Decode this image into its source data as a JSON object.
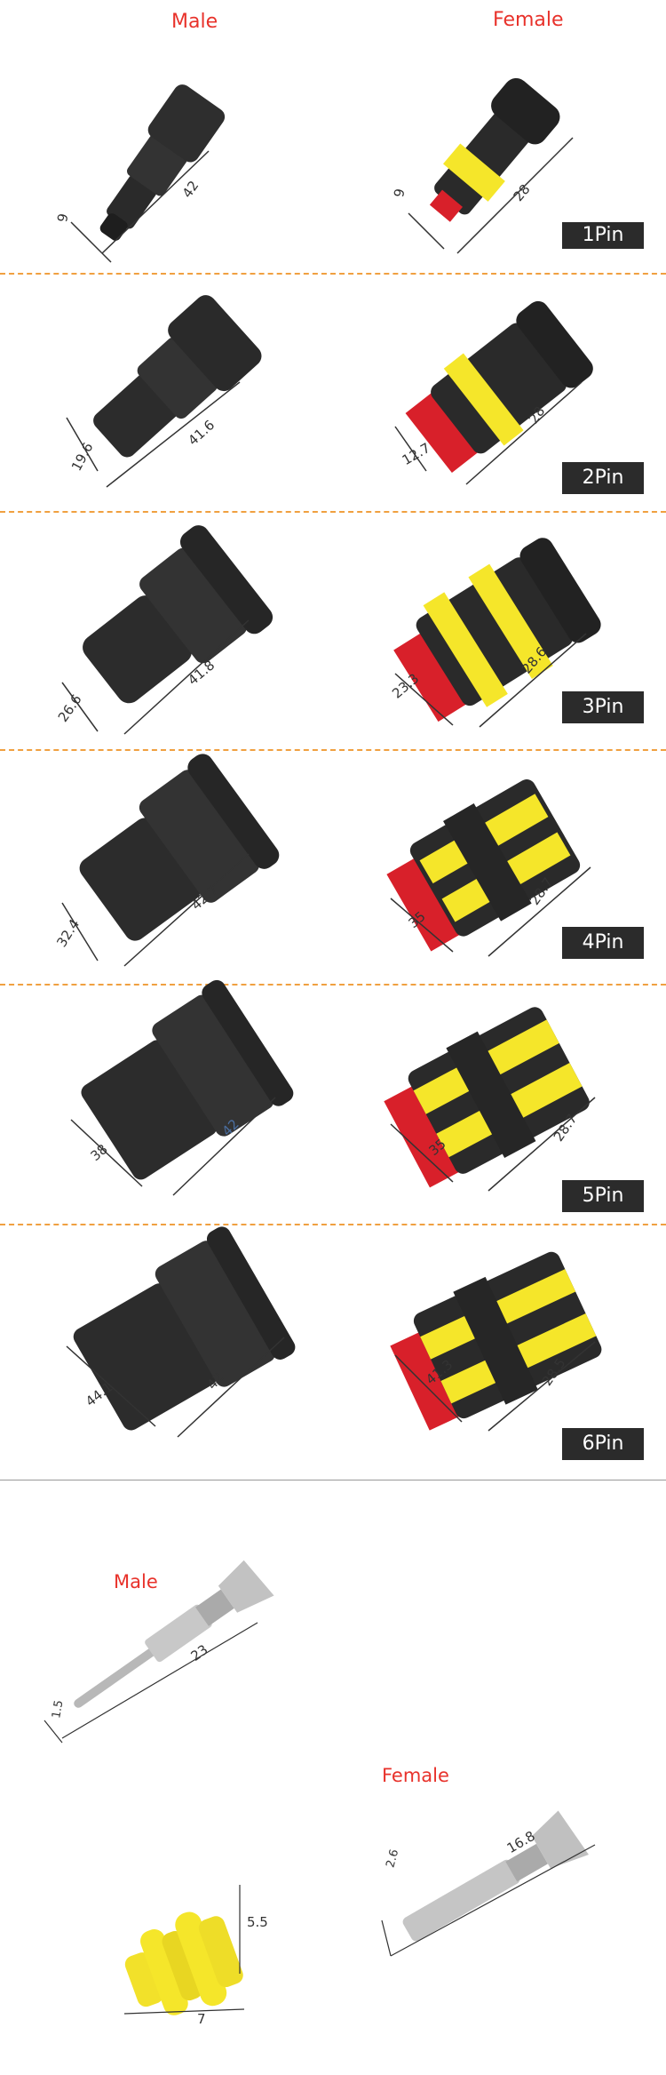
{
  "header": {
    "male": "Male",
    "female": "Female"
  },
  "rows": [
    {
      "label": "1Pin",
      "male_dims": [
        "9",
        "42"
      ],
      "female_dims": [
        "9",
        "28"
      ]
    },
    {
      "label": "2Pin",
      "male_dims": [
        "19.6",
        "41.6"
      ],
      "female_dims": [
        "12.7",
        "28"
      ]
    },
    {
      "label": "3Pin",
      "male_dims": [
        "26.6",
        "41.8"
      ],
      "female_dims": [
        "23.3",
        "28.6"
      ]
    },
    {
      "label": "4Pin",
      "male_dims": [
        "32.4",
        "42.7"
      ],
      "female_dims": [
        "35",
        "28.7"
      ]
    },
    {
      "label": "5Pin",
      "male_dims": [
        "38",
        "42"
      ],
      "female_dims": [
        "35",
        "28.7"
      ]
    },
    {
      "label": "6Pin",
      "male_dims": [
        "44.1",
        "42"
      ],
      "female_dims": [
        "41.3",
        "28.5"
      ]
    }
  ],
  "terminals": {
    "male_label": "Male",
    "male_dims": [
      "1.5",
      "23"
    ],
    "female_label": "Female",
    "female_dims": [
      "2.6",
      "16.8"
    ],
    "seal_dims": [
      "5.5",
      "7"
    ]
  },
  "colors": {
    "accent_red": "#e8322b",
    "divider": "#f0a040",
    "connector_black": "#2a2a2a",
    "seal_yellow": "#f5e62a",
    "label_bg": "#2b2b2b"
  }
}
